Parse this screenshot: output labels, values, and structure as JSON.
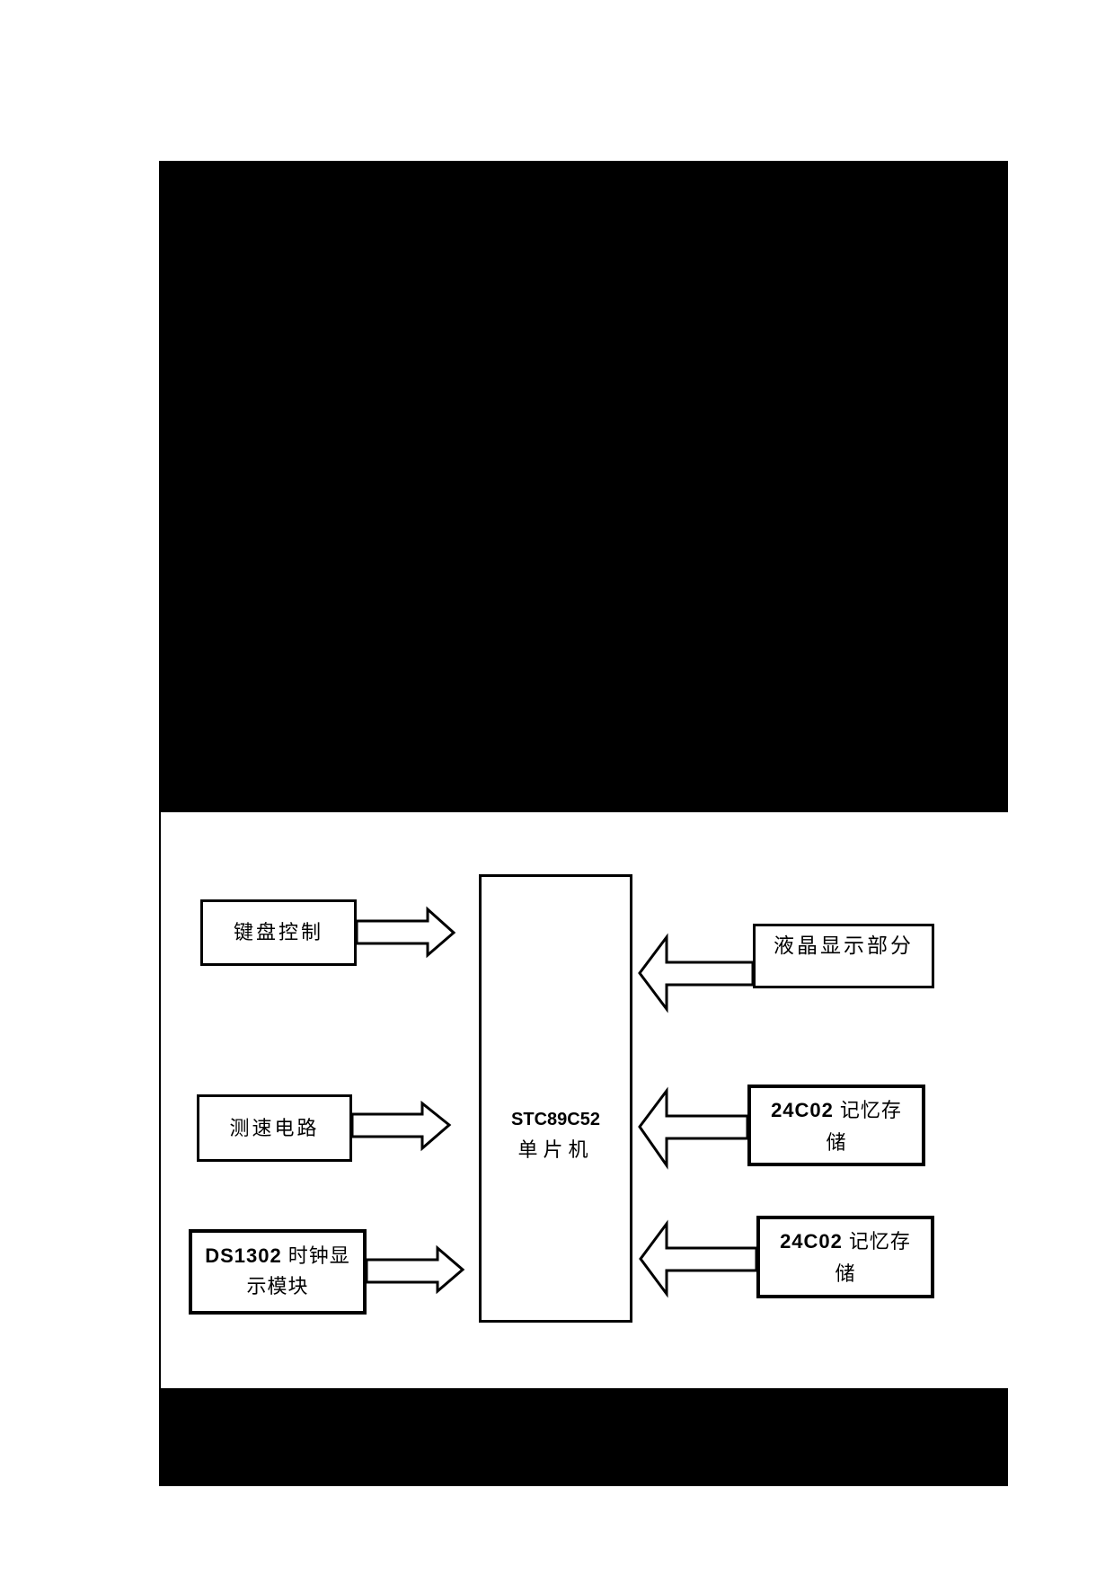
{
  "colors": {
    "ink": "#000000",
    "paper": "#ffffff"
  },
  "diagram": {
    "mcu_box": {
      "model": "STC89C52",
      "name": "单片机"
    },
    "inputs": [
      {
        "id": "keyboard",
        "label": "键盘控制"
      },
      {
        "id": "speed",
        "label": "测速电路"
      },
      {
        "id": "ds1302",
        "model": "DS1302",
        "label_line1": "时钟显",
        "label_line2": "示模块"
      }
    ],
    "outputs": [
      {
        "id": "lcd",
        "label": "液晶显示部分"
      },
      {
        "id": "eeprom1",
        "model": "24C02",
        "label_line1": "记忆存",
        "label_line2": "储"
      },
      {
        "id": "eeprom2",
        "model": "24C02",
        "label_line1": "记忆存",
        "label_line2": "储"
      }
    ]
  }
}
